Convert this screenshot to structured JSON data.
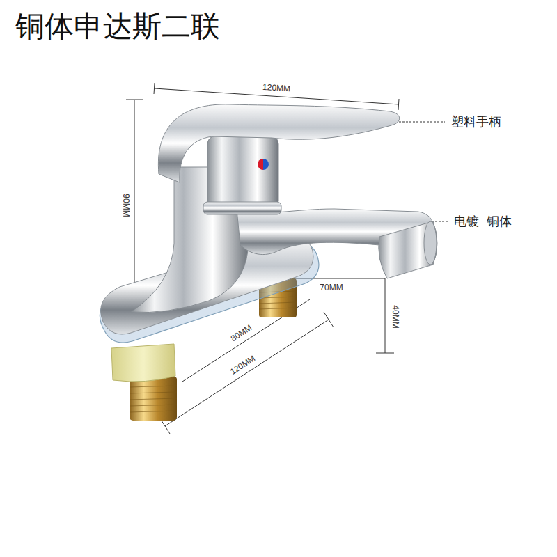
{
  "diagram": {
    "title": "铜体申达斯二联",
    "labels": [
      "120MM",
      "塑料手柄",
      "90MM",
      "电镀  铜体",
      "70MM",
      "40MM",
      "80MM",
      "120MM"
    ]
  }
}
